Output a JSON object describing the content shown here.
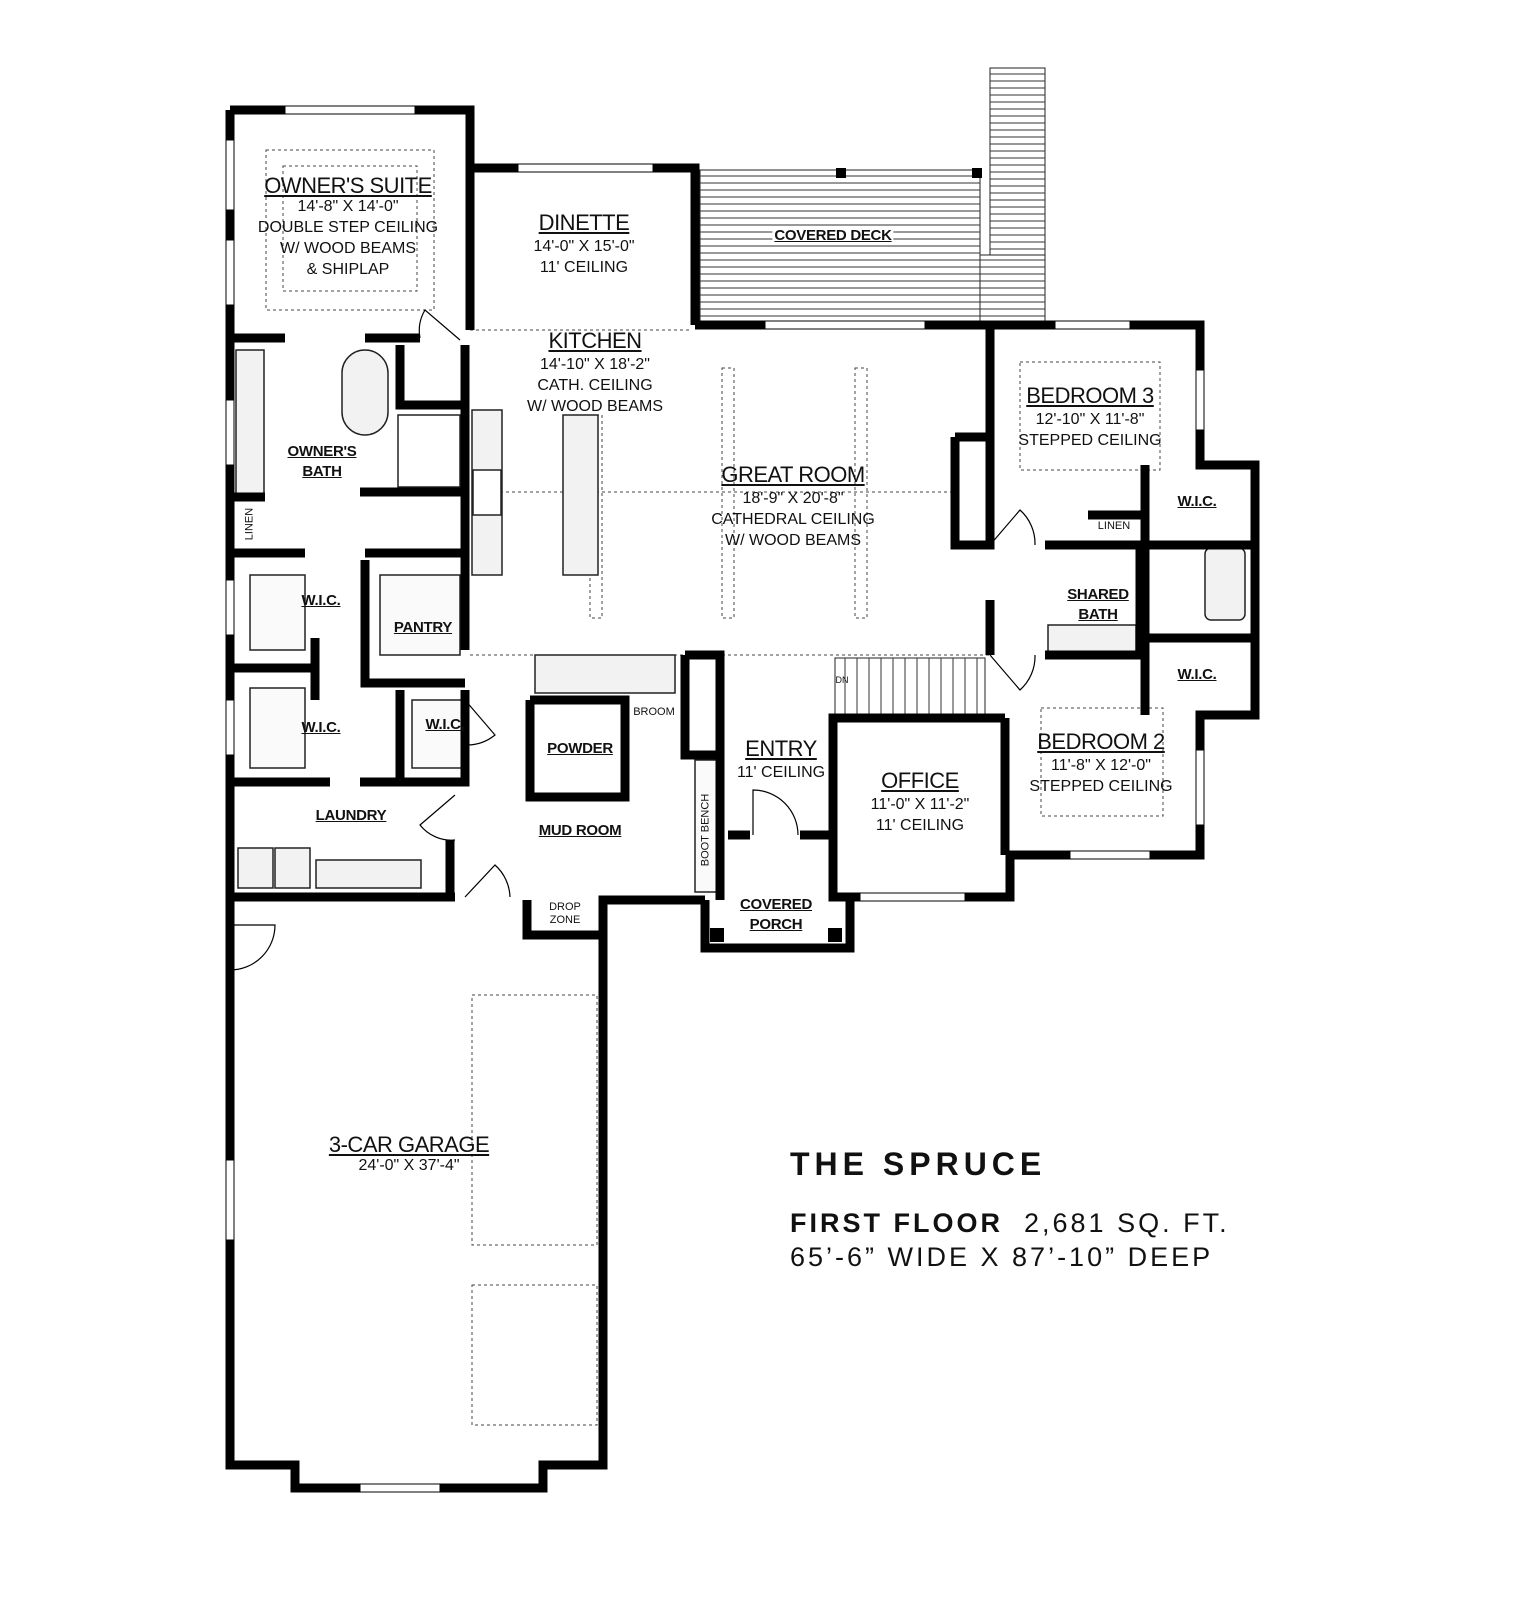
{
  "rooms": {
    "owners_suite": {
      "name": "OWNER'S SUITE",
      "size": "14'-8\" X 14'-0\"",
      "notes": [
        "DOUBLE STEP CEILING",
        "W/ WOOD BEAMS",
        "& SHIPLAP"
      ]
    },
    "dinette": {
      "name": "DINETTE",
      "size": "14'-0\" X 15'-0\"",
      "notes": [
        "11' CEILING"
      ]
    },
    "kitchen": {
      "name": "KITCHEN",
      "size": "14'-10\" X 18'-2\"",
      "notes": [
        "CATH. CEILING",
        "W/ WOOD BEAMS"
      ]
    },
    "great_room": {
      "name": "GREAT ROOM",
      "size": "18'-9\" X 20'-8\"",
      "notes": [
        "CATHEDRAL CEILING",
        "W/ WOOD BEAMS"
      ]
    },
    "bedroom3": {
      "name": "BEDROOM 3",
      "size": "12'-10\" X 11'-8\"",
      "notes": [
        "STEPPED CEILING"
      ]
    },
    "bedroom2": {
      "name": "BEDROOM 2",
      "size": "11'-8\" X 12'-0\"",
      "notes": [
        "STEPPED CEILING"
      ]
    },
    "office": {
      "name": "OFFICE",
      "size": "11'-0\" X 11'-2\"",
      "notes": [
        "11' CEILING"
      ]
    },
    "entry": {
      "name": "ENTRY",
      "notes": [
        "11' CEILING"
      ]
    },
    "garage": {
      "name": "3-CAR GARAGE",
      "size": "24'-0\" X 37'-4\""
    },
    "owners_bath": [
      "OWNER'S",
      "BATH"
    ],
    "shared_bath": [
      "SHARED",
      "BATH"
    ],
    "covered_porch": [
      "COVERED",
      "PORCH"
    ],
    "drop_zone": [
      "DROP",
      "ZONE"
    ],
    "covered_deck": "COVERED DECK",
    "wic": "W.I.C.",
    "linen": "LINEN",
    "pantry": "PANTRY",
    "laundry": "LAUNDRY",
    "mud_room": "MUD ROOM",
    "powder": "POWDER",
    "broom": "BROOM",
    "boot_bench": "BOOT BENCH",
    "stair_dn": "DN"
  },
  "title_block": {
    "plan_name": "THE SPRUCE",
    "floor": "FIRST FLOOR",
    "area": "2,681 SQ. FT.",
    "dimensions": "65’-6” WIDE X 87’-10” DEEP"
  }
}
